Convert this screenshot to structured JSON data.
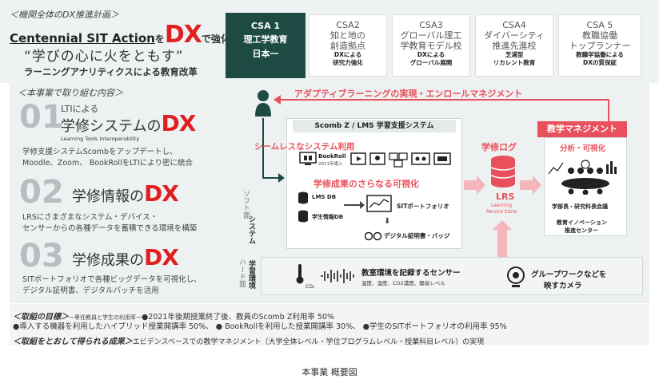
{
  "header": {
    "plan_label": "＜機関全体のDX推進計画＞",
    "action_en": "Centennial SIT Action",
    "action_wo": "を",
    "action_dx": "DX",
    "action_tail": "で強化",
    "slogan": "“学びの心に火をともす”",
    "reform": "ラーニングアナリティクスによる教育改革"
  },
  "csa_items": [
    {
      "title": "CSA 1",
      "l1": "理工学教育",
      "l2": "日本一",
      "s1": "",
      "s2": ""
    },
    {
      "title": "CSA2",
      "l1": "知と地の",
      "l2": "創造拠点",
      "s1": "DXによる",
      "s2": "研究力強化"
    },
    {
      "title": "CSA3",
      "l1": "グローバル理工",
      "l2": "学教育モデル校",
      "s1": "DXによる",
      "s2": "グローバル展開"
    },
    {
      "title": "CSA4",
      "l1": "ダイバーシティ",
      "l2": "推進先進校",
      "s1": "芝浦型",
      "s2": "リカレント教育"
    },
    {
      "title": "CSA 5",
      "l1": "教職協働",
      "l2": "トップランナー",
      "s1": "教職学協働による",
      "s2": "DXの質保証"
    }
  ],
  "left": {
    "section_label": "＜本事業で取り組む内容＞",
    "items": [
      {
        "num": "01",
        "pre": "LTIによる",
        "title": "学修システムの",
        "dx": "DX",
        "sub": "Learning Tools Interoperability",
        "d1": "学修支援システムScombをアップデートし、",
        "d2": "Moodle、Zoom、 BookRollをLTIにより密に統合"
      },
      {
        "num": "02",
        "pre": "",
        "title": "学修情報の",
        "dx": "DX",
        "sub": "",
        "d1": "LRSにさまざまなシステム・デバイス・",
        "d2": "センサーからの各種データを蓄積できる環境を構築"
      },
      {
        "num": "03",
        "pre": "",
        "title": "学修成果の",
        "dx": "DX",
        "sub": "",
        "d1": "SITポートフォリオで各種ビッグデータを可視化し、",
        "d2": "デジタル証明書、デジタルバッチを活用"
      }
    ]
  },
  "diagram": {
    "adaptive": "アダプティブラーニングの実現・エンロールマネジメント",
    "system_box_title": "Scomb Z / LMS 学習支援システム",
    "seamless": "シームレスなシステム利用",
    "bookroll": "BookRoll",
    "bookroll_year": "2021年導入",
    "visualize": "学修成果のさらなる可視化",
    "lms_db": "LMS DB",
    "student_db": "学生情報DB",
    "portfolio": "SITポートフォリオ",
    "cert": "デジタル証明書・バッジ",
    "learning_log": "学修ログ",
    "lrs": "LRS",
    "lrs_sub1": "Learning",
    "lrs_sub2": "Record Store",
    "mgmt": "教学マネジメント",
    "analysis": "分析・可視化",
    "meeting1": "学部長・研究科長会議",
    "meeting2": "教育イノベーション",
    "meeting3": "推進センター",
    "system_side": "システム",
    "software_side": "ソフト面",
    "env_side": "学習環境",
    "hardware_side": "ハード面",
    "sensor1": "教室環境を記録するセンサー",
    "sensor2": "温度、湿度、CO2濃度、騒音レベル",
    "co2": "CO₂",
    "camera1": "グループワークなどを",
    "camera2": "映すカメラ"
  },
  "goals": {
    "label": "＜取組の目標＞",
    "dash": "ー専任教員と学生の利用率ー",
    "g1": "●2021年後期授業終了後、教員のScomb Z利用率 50%",
    "g2": "●導入する機器を利用したハイブリッド授業開講率 50%、 ● BookRollを利用した授業開講率 30%、 ●学生のSITポートフォリオの利用率 95%",
    "result_label": "＜取組をとおして得られる成果＞",
    "result": "エビデンスベースでの教学マネジメント（大学全体レベル・学位プログラムレベル・授業科目レベル）の実現"
  },
  "caption": "本事業 概要図",
  "colors": {
    "accent_red": "#e02020",
    "dark_green": "#1e4a44",
    "pink": "#e8505b",
    "bg_gray": "#edf1f1"
  }
}
